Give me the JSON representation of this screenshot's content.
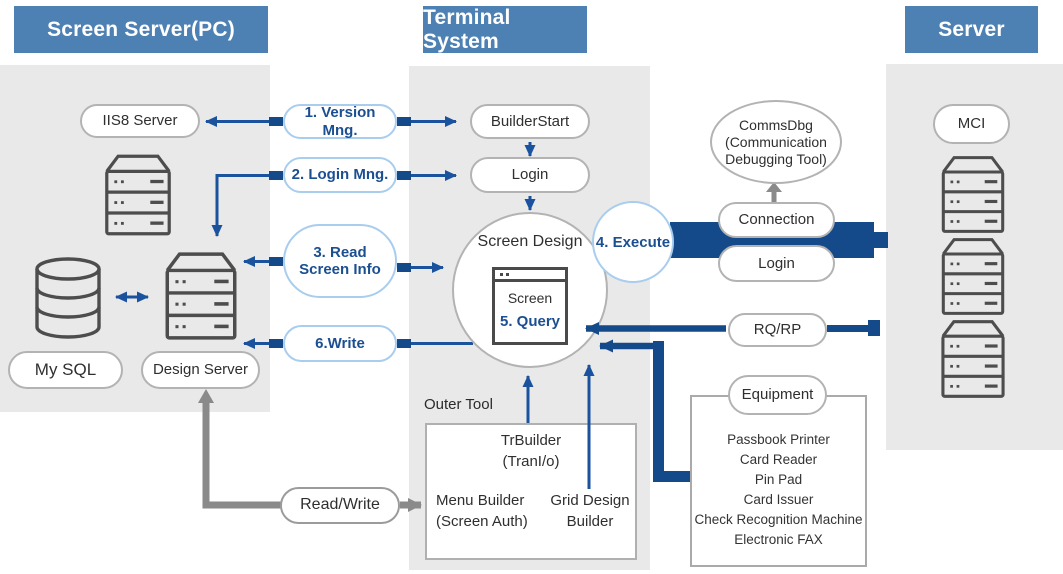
{
  "headers": {
    "left": "Screen Server(PC)",
    "middle": "Terminal System",
    "right": "Server"
  },
  "screen_server": {
    "iis8": "IIS8 Server",
    "mysql": "My SQL",
    "design_server": "Design Server"
  },
  "flows": {
    "f1": "1. Version Mng.",
    "f2": "2. Login Mng.",
    "f3": "3. Read Screen Info",
    "f4": "4. Execute",
    "f5": "5. Query",
    "f6": "6.Write",
    "read_write": "Read/Write"
  },
  "terminal": {
    "builder_start": "BuilderStart",
    "login": "Login",
    "screen_design": "Screen Design",
    "screen_window": "Screen",
    "outer_tool": {
      "label": "Outer Tool",
      "tr_builder": [
        "TrBuilder",
        "(TranI/o)"
      ],
      "menu_builder": [
        "Menu Builder",
        "(Screen Auth)"
      ],
      "grid_builder": [
        "Grid Design",
        "Builder"
      ]
    }
  },
  "comm": {
    "commsdbg": [
      "CommsDbg",
      "(Communication",
      "Debugging Tool)"
    ],
    "connection": "Connection",
    "login": "Login",
    "rqrp": "RQ/RP"
  },
  "equipment": {
    "label": "Equipment",
    "items": [
      "Passbook Printer",
      "Card Reader",
      "Pin Pad",
      "Card Issuer",
      "Check Recognition Machine",
      "Electronic FAX"
    ]
  },
  "server": {
    "mci": "MCI"
  },
  "colors": {
    "header_blue": "#4d80b3",
    "panel_gray": "#e9e9e9",
    "navy": "#144a8a",
    "arrow_blue": "#1b529e",
    "light_blue_border": "#a9cdee",
    "navy_text": "#1b4f91",
    "gray_border": "#b3b3b3",
    "icon_gray": "#4d4d4d",
    "gray_arrow": "#8a8a8a"
  }
}
